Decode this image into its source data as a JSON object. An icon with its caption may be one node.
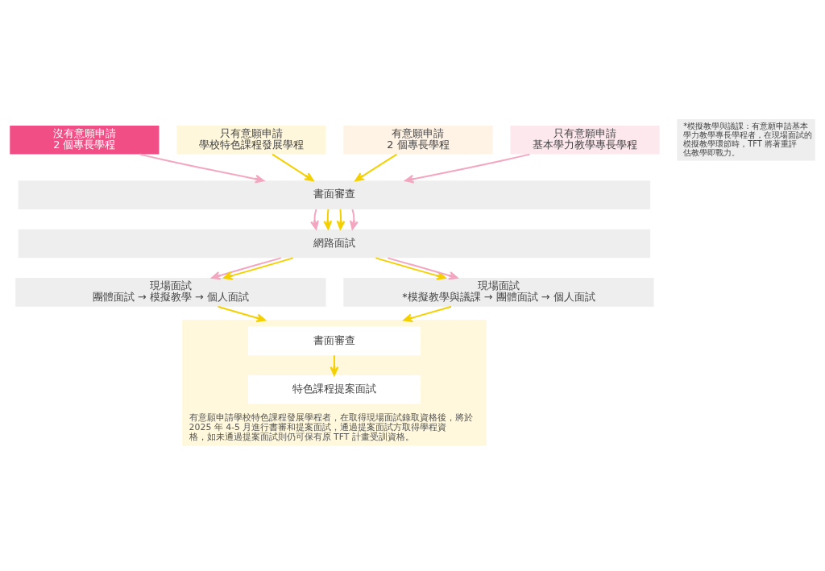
{
  "diagram": {
    "nodes": [
      {
        "text": [
          "沒有意願申請",
          "2 個專長學程"
        ]
      },
      {
        "text": [
          "只有意願申請",
          "學校特色課程發展學程"
        ]
      },
      {
        "text": [
          "有意願申請",
          "2 個專長學程"
        ]
      },
      {
        "text": [
          "只有意願申請",
          "基本學力教學專長學程"
        ]
      },
      {
        "text": [
          "書面審查"
        ]
      },
      {
        "text": [
          "網路面試"
        ]
      },
      {
        "text": [
          "現場面試",
          "團體面試 → 模擬教學 → 個人面試"
        ]
      },
      {
        "text": [
          "現場面試",
          "*模擬教學與議課 → 團體面試 → 個人面試"
        ]
      },
      {
        "text": [
          "有意願申請學校特色課程發展學程者，在取得現場面試錄取資格後，將於 2025 年 4-5 月進行書審和提案面試，通過提案面試方取得學程資格，如未通過提案面試則仍可保有原 TFT 計畫受訓資格。"
        ]
      },
      {
        "text": [
          "書面審查"
        ],
        "in": 8
      },
      {
        "text": [
          "特色課程提案面試"
        ],
        "in": 8
      },
      {
        "text": [
          "*模擬教學與議課：有意願申請基本學力教學專長學程者，在現場面試的模擬教學環節時，TFT 將著重評估教學即戰力。"
        ]
      }
    ],
    "edges": [
      {
        "from": 0,
        "to": 4,
        "arrow": "to",
        "color": "#f4a6c0"
      },
      {
        "from": 1,
        "to": 4,
        "arrow": "to"
      },
      {
        "from": 2,
        "to": 4,
        "arrow": "to"
      },
      {
        "from": 3,
        "to": 4,
        "arrow": "to",
        "color": "#f4a6c0"
      },
      {
        "from": 4,
        "to": 5,
        "arrow": "to",
        "color": "#f4a6c0"
      },
      {
        "from": 4,
        "to": 5,
        "arrow": "to"
      },
      {
        "from": 4,
        "to": 5,
        "arrow": "to"
      },
      {
        "from": 4,
        "to": 5,
        "arrow": "to",
        "color": "#f4a6c0"
      },
      {
        "from": 5,
        "to": 6,
        "arrow": "to",
        "color": "#f4a6c0"
      },
      {
        "from": 5,
        "to": 6,
        "arrow": "to"
      },
      {
        "from": 5,
        "to": 7,
        "arrow": "to"
      },
      {
        "from": 5,
        "to": 7,
        "arrow": "to",
        "color": "#f4a6c0"
      },
      {
        "from": 6,
        "to": 8,
        "arrow": "to"
      },
      {
        "from": 7,
        "to": 8,
        "arrow": "to"
      },
      {
        "from": 9,
        "to": 10,
        "arrow": "to"
      }
    ]
  }
}
